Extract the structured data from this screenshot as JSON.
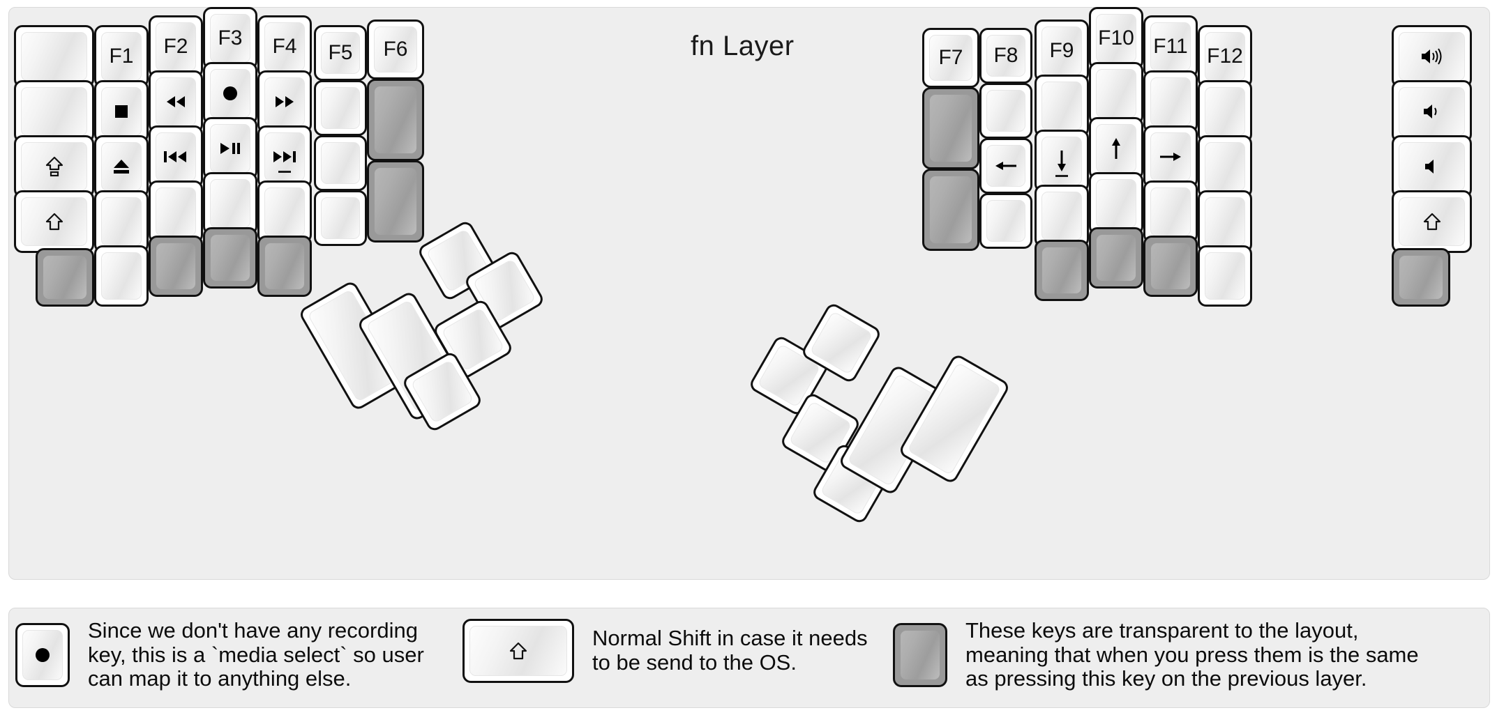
{
  "title": "fn Layer",
  "colors": {
    "background": "#eeeeee",
    "key_face": "#ffffff",
    "key_border": "#111111",
    "transparent_key": "#999999",
    "text": "#101010"
  },
  "left_half": {
    "columns": [
      {
        "name": "col-pinky-outer",
        "keys": [
          {
            "label": "",
            "glyph": "",
            "transparent": false
          },
          {
            "label": "",
            "glyph": "",
            "transparent": false
          },
          {
            "label": "caps-lock-icon",
            "glyph": "⇧",
            "transparent": false
          },
          {
            "label": "shift-icon",
            "glyph": "⇧",
            "transparent": false
          },
          {
            "label": "",
            "glyph": "",
            "transparent": true
          }
        ]
      },
      {
        "name": "col-pinky",
        "keys": [
          {
            "label": "F1",
            "glyph": "",
            "transparent": false
          },
          {
            "label": "media-stop-icon",
            "glyph": "■",
            "transparent": false
          },
          {
            "label": "media-eject-icon",
            "glyph": "⏏",
            "transparent": false
          },
          {
            "label": "",
            "glyph": "",
            "transparent": false
          },
          {
            "label": "",
            "glyph": "",
            "transparent": false
          }
        ]
      },
      {
        "name": "col-ring",
        "keys": [
          {
            "label": "F2",
            "glyph": "",
            "transparent": false
          },
          {
            "label": "media-rewind-icon",
            "glyph": "◀◀",
            "transparent": false
          },
          {
            "label": "media-prev-track-icon",
            "glyph": "|◀◀",
            "transparent": false
          },
          {
            "label": "",
            "glyph": "",
            "transparent": false
          },
          {
            "label": "",
            "glyph": "",
            "transparent": true
          }
        ]
      },
      {
        "name": "col-middle",
        "keys": [
          {
            "label": "F3",
            "glyph": "",
            "transparent": false
          },
          {
            "label": "media-record-icon",
            "glyph": "●",
            "transparent": false
          },
          {
            "label": "media-play-pause-icon",
            "glyph": "▶||",
            "transparent": false
          },
          {
            "label": "",
            "glyph": "",
            "transparent": false
          },
          {
            "label": "",
            "glyph": "",
            "transparent": true
          }
        ]
      },
      {
        "name": "col-index",
        "keys": [
          {
            "label": "F4",
            "glyph": "",
            "transparent": false
          },
          {
            "label": "media-fast-forward-icon",
            "glyph": "▶▶",
            "transparent": false
          },
          {
            "label": "media-next-track-icon",
            "glyph": "▶▶|",
            "transparent": false
          },
          {
            "label": "",
            "glyph": "",
            "transparent": false
          },
          {
            "label": "",
            "glyph": "",
            "transparent": true
          }
        ]
      },
      {
        "name": "col-index-inner",
        "keys": [
          {
            "label": "F5",
            "glyph": "",
            "transparent": false
          },
          {
            "label": "",
            "glyph": "",
            "transparent": false
          },
          {
            "label": "",
            "glyph": "",
            "transparent": false
          },
          {
            "label": "",
            "glyph": "",
            "transparent": false
          }
        ]
      },
      {
        "name": "col-inner",
        "keys": [
          {
            "label": "F6",
            "glyph": "",
            "transparent": false
          },
          {
            "label": "",
            "glyph": "",
            "transparent": true
          },
          {
            "label": "",
            "glyph": "",
            "transparent": true
          }
        ]
      }
    ],
    "thumb_cluster": [
      {
        "name": "thumb-left-1",
        "transparent": false
      },
      {
        "name": "thumb-left-2",
        "transparent": false
      },
      {
        "name": "thumb-left-3",
        "transparent": false
      },
      {
        "name": "thumb-left-4",
        "transparent": false
      },
      {
        "name": "thumb-left-5",
        "transparent": false
      },
      {
        "name": "thumb-left-6",
        "transparent": false
      }
    ]
  },
  "right_half": {
    "columns": [
      {
        "name": "col-inner",
        "keys": [
          {
            "label": "F7",
            "glyph": "",
            "transparent": false
          },
          {
            "label": "",
            "glyph": "",
            "transparent": true
          },
          {
            "label": "",
            "glyph": "",
            "transparent": true
          }
        ]
      },
      {
        "name": "col-index-inner",
        "keys": [
          {
            "label": "F8",
            "glyph": "",
            "transparent": false
          },
          {
            "label": "",
            "glyph": "",
            "transparent": false
          },
          {
            "label": "arrow-left-icon",
            "glyph": "←",
            "transparent": false
          },
          {
            "label": "",
            "glyph": "",
            "transparent": false
          }
        ]
      },
      {
        "name": "col-index",
        "keys": [
          {
            "label": "F9",
            "glyph": "",
            "transparent": false
          },
          {
            "label": "",
            "glyph": "",
            "transparent": false
          },
          {
            "label": "arrow-down-icon",
            "glyph": "↓",
            "transparent": false
          },
          {
            "label": "",
            "glyph": "",
            "transparent": false
          },
          {
            "label": "",
            "glyph": "",
            "transparent": true
          }
        ]
      },
      {
        "name": "col-middle",
        "keys": [
          {
            "label": "F10",
            "glyph": "",
            "transparent": false
          },
          {
            "label": "",
            "glyph": "",
            "transparent": false
          },
          {
            "label": "arrow-up-icon",
            "glyph": "↑",
            "transparent": false
          },
          {
            "label": "",
            "glyph": "",
            "transparent": false
          },
          {
            "label": "",
            "glyph": "",
            "transparent": true
          }
        ]
      },
      {
        "name": "col-ring",
        "keys": [
          {
            "label": "F11",
            "glyph": "",
            "transparent": false
          },
          {
            "label": "",
            "glyph": "",
            "transparent": false
          },
          {
            "label": "arrow-right-icon",
            "glyph": "→",
            "transparent": false
          },
          {
            "label": "",
            "glyph": "",
            "transparent": false
          },
          {
            "label": "",
            "glyph": "",
            "transparent": true
          }
        ]
      },
      {
        "name": "col-pinky",
        "keys": [
          {
            "label": "F12",
            "glyph": "",
            "transparent": false
          },
          {
            "label": "",
            "glyph": "",
            "transparent": false
          },
          {
            "label": "",
            "glyph": "",
            "transparent": false
          },
          {
            "label": "",
            "glyph": "",
            "transparent": false
          },
          {
            "label": "",
            "glyph": "",
            "transparent": false
          }
        ]
      },
      {
        "name": "col-pinky-outer",
        "keys": [
          {
            "label": "volume-up-icon",
            "glyph": "🔊",
            "transparent": false
          },
          {
            "label": "volume-down-icon",
            "glyph": "🔉",
            "transparent": false
          },
          {
            "label": "volume-mute-icon",
            "glyph": "🔇",
            "transparent": false
          },
          {
            "label": "shift-icon",
            "glyph": "⇧",
            "transparent": false
          },
          {
            "label": "",
            "glyph": "",
            "transparent": true
          }
        ]
      }
    ],
    "thumb_cluster": [
      {
        "name": "thumb-right-1",
        "transparent": false
      },
      {
        "name": "thumb-right-2",
        "transparent": false
      },
      {
        "name": "thumb-right-3",
        "transparent": false
      },
      {
        "name": "thumb-right-4",
        "transparent": false
      },
      {
        "name": "thumb-right-5",
        "transparent": false
      },
      {
        "name": "thumb-right-6",
        "transparent": false
      }
    ]
  },
  "legend": [
    {
      "icon": "media-record-icon",
      "key_type": "normal",
      "text": "Since we don't have any recording\nkey, this is a `media select` so user\ncan map it to anything else."
    },
    {
      "icon": "shift-icon",
      "key_type": "normal",
      "text": "Normal Shift in case it needs\nto be send to the OS."
    },
    {
      "icon": "",
      "key_type": "transparent",
      "text": "These keys are transparent to the layout,\nmeaning that when you press them is the same\nas pressing this key on the previous layer."
    }
  ]
}
